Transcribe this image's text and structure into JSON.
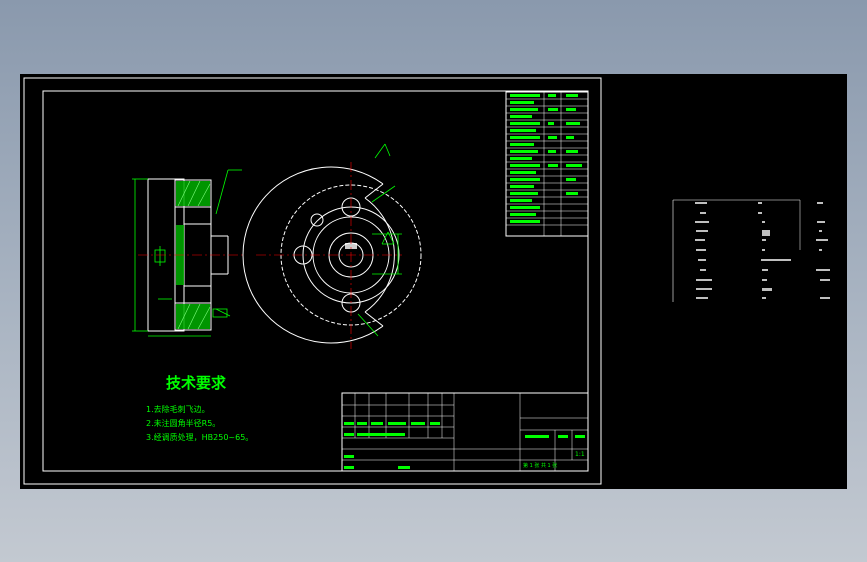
{
  "drawing": {
    "tech_title": "技术要求",
    "tech_notes": [
      "1.去除毛刺飞边。",
      "2.未注圆角半径R5。",
      "3.经调质处理，HB250~65。"
    ],
    "scale": "1:1",
    "sheet_info": "第 1 张   共 1 张"
  },
  "colors": {
    "background": "#000000",
    "frame": "#ffffff",
    "geometry": "#ffffff",
    "annotation": "#00ff00",
    "centerline": "#ff0000",
    "hatch": "#00ff00"
  }
}
